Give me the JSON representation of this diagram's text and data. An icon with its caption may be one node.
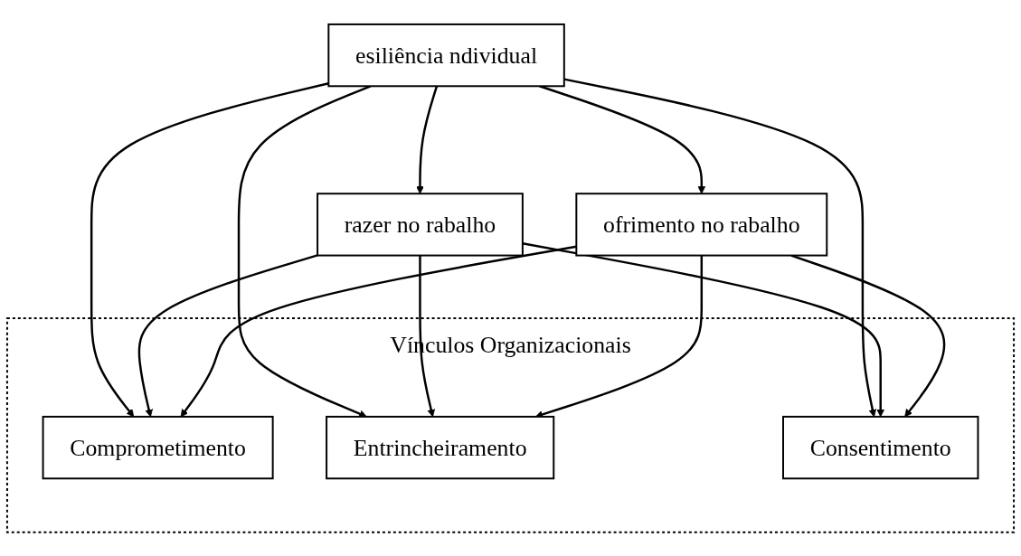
{
  "diagram": {
    "nodes": [
      {
        "text": [
          "esiliência ndividual"
        ]
      },
      {
        "text": [
          "razer no rabalho"
        ]
      },
      {
        "text": [
          "ofrimento no rabalho"
        ]
      },
      {
        "text": [
          "Vínculos Organizacionais"
        ]
      },
      {
        "text": [
          "Comprometimento"
        ],
        "in": 3
      },
      {
        "text": [
          "Entrincheiramento"
        ],
        "in": 3
      },
      {
        "text": [
          "Consentimento"
        ],
        "in": 3
      }
    ],
    "edges": [
      {
        "from": 0,
        "to": 1,
        "arrow": "to"
      },
      {
        "from": 0,
        "to": 2,
        "arrow": "to"
      },
      {
        "from": 0,
        "to": 4,
        "arrow": "to"
      },
      {
        "from": 0,
        "to": 5,
        "arrow": "to"
      },
      {
        "from": 0,
        "to": 6,
        "arrow": "to"
      },
      {
        "from": 1,
        "to": 4,
        "arrow": "to"
      },
      {
        "from": 1,
        "to": 5,
        "arrow": "to"
      },
      {
        "from": 1,
        "to": 6,
        "arrow": "to"
      },
      {
        "from": 2,
        "to": 4,
        "arrow": "to"
      },
      {
        "from": 2,
        "to": 5,
        "arrow": "to"
      },
      {
        "from": 2,
        "to": 6,
        "arrow": "to"
      }
    ]
  }
}
